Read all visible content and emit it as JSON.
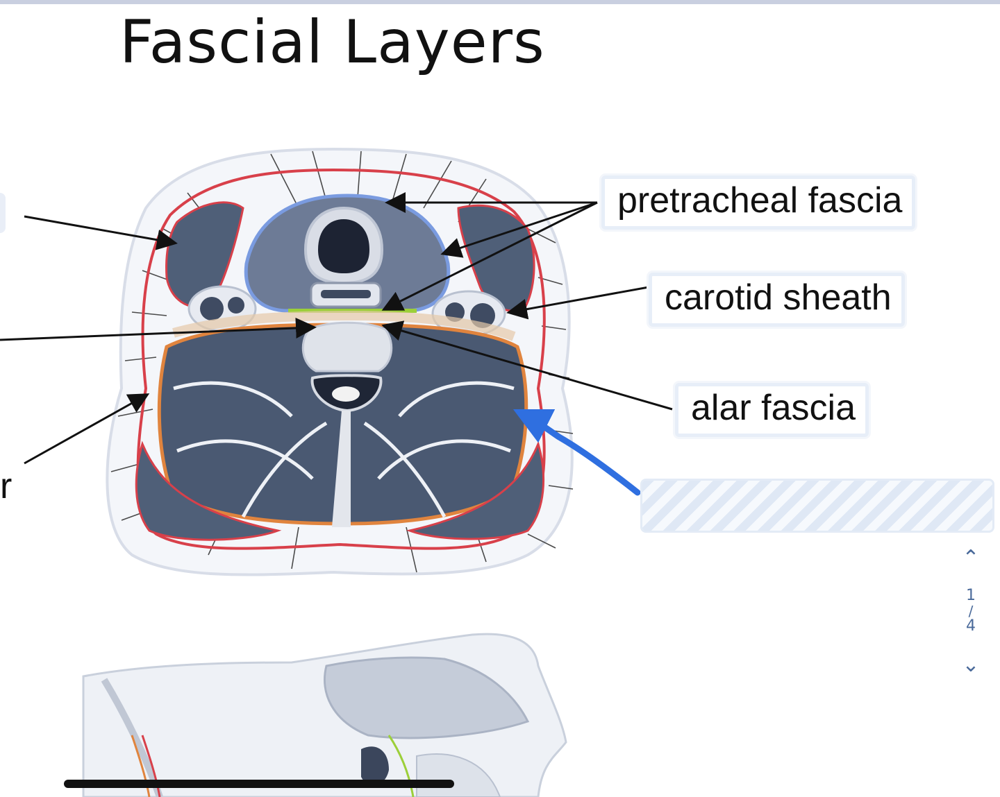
{
  "slide": {
    "title": "Fascial Layers"
  },
  "labels": {
    "pretracheal": "pretracheal fascia",
    "carotid": "carotid sheath",
    "alar": "alar fascia",
    "partial_left": "r"
  },
  "pager": {
    "current": "1",
    "separator": "/",
    "total": "4",
    "prev_icon": "chevron-up-icon",
    "next_icon": "chevron-down-icon"
  },
  "colors": {
    "investing_fascia": "#d8404a",
    "pretracheal_fascia": "#7a9be0",
    "prevertebral_fascia": "#e0843e",
    "alar_fascia": "#9ccf3a",
    "muscle": "#4f5f78",
    "annotation_pen": "#2f6fe0"
  }
}
